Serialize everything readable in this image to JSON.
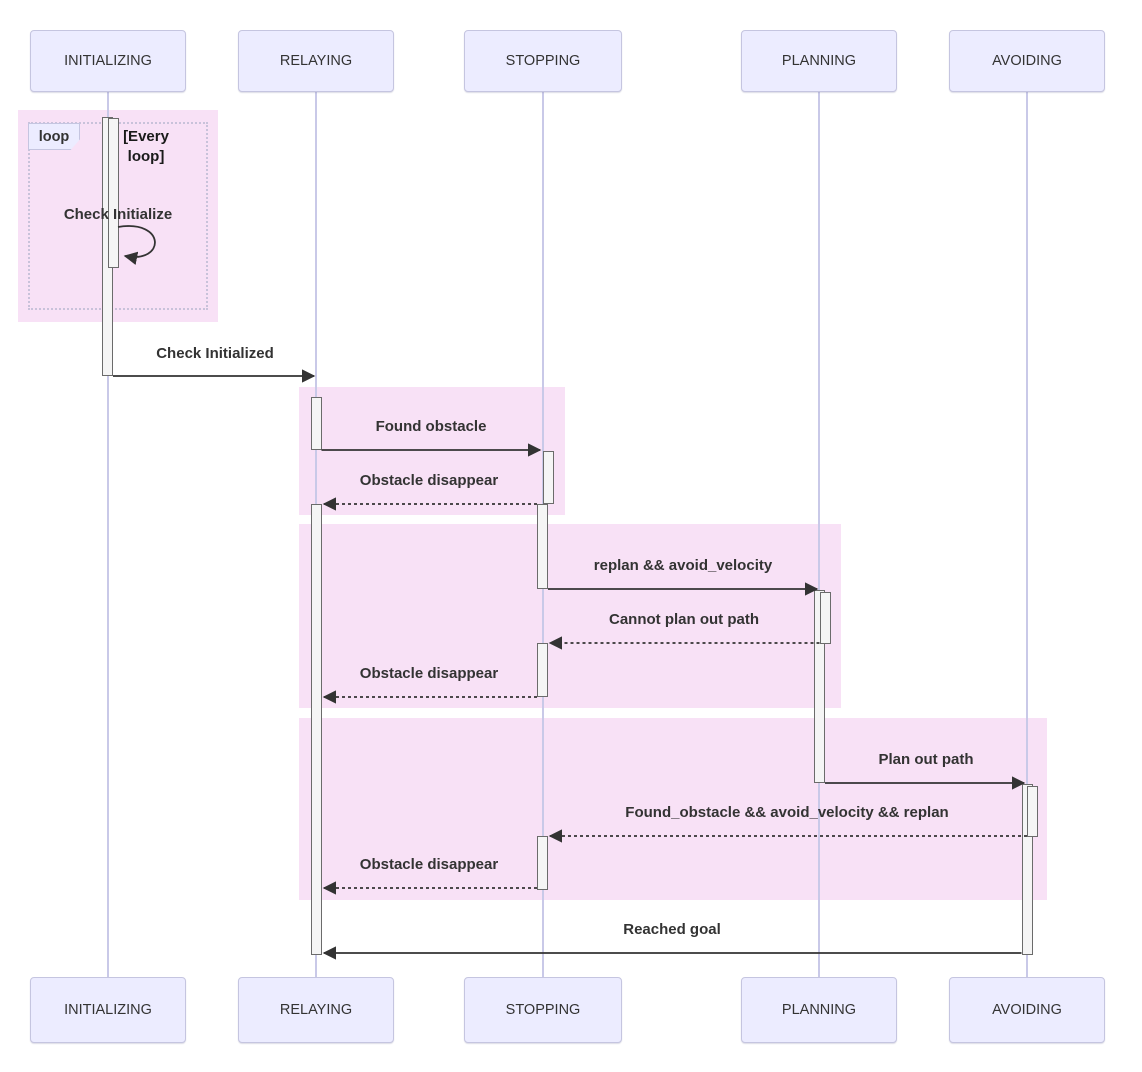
{
  "diagram": {
    "type": "sequence-diagram",
    "participants": [
      {
        "label": "INITIALIZING"
      },
      {
        "label": "RELAYING"
      },
      {
        "label": "STOPPING"
      },
      {
        "label": "PLANNING"
      },
      {
        "label": "AVOIDING"
      }
    ],
    "fragment": {
      "label": "loop",
      "condition": "[Every loop]"
    },
    "messages": [
      {
        "label": "Check Initialize",
        "from": "INITIALIZING",
        "to": "INITIALIZING",
        "style": "solid-self"
      },
      {
        "label": "Check Initialized",
        "from": "INITIALIZING",
        "to": "RELAYING",
        "style": "solid"
      },
      {
        "label": "Found obstacle",
        "from": "RELAYING",
        "to": "STOPPING",
        "style": "solid"
      },
      {
        "label": "Obstacle disappear",
        "from": "STOPPING",
        "to": "RELAYING",
        "style": "dashed"
      },
      {
        "label": "replan && avoid_velocity",
        "from": "STOPPING",
        "to": "PLANNING",
        "style": "solid"
      },
      {
        "label": "Cannot plan out path",
        "from": "PLANNING",
        "to": "STOPPING",
        "style": "dashed"
      },
      {
        "label": "Obstacle disappear",
        "from": "STOPPING",
        "to": "RELAYING",
        "style": "dashed"
      },
      {
        "label": "Plan out path",
        "from": "PLANNING",
        "to": "AVOIDING",
        "style": "solid"
      },
      {
        "label": "Found_obstacle && avoid_velocity && replan",
        "from": "AVOIDING",
        "to": "STOPPING",
        "style": "dashed"
      },
      {
        "label": "Obstacle disappear",
        "from": "STOPPING",
        "to": "RELAYING",
        "style": "dashed"
      },
      {
        "label": "Reached goal",
        "from": "AVOIDING",
        "to": "RELAYING",
        "style": "solid"
      }
    ],
    "colors": {
      "participant_fill": "#ECECFF",
      "participant_border": "#c5c5e0",
      "lifeline": "#c9c9e8",
      "highlight_rect": "#f8e1f6",
      "fragment_border_dotted": "#c9c2da",
      "activation_fill": "#f5f5f5",
      "activation_border": "#6b6b6b",
      "arrow": "#333333",
      "text": "#333333"
    }
  }
}
